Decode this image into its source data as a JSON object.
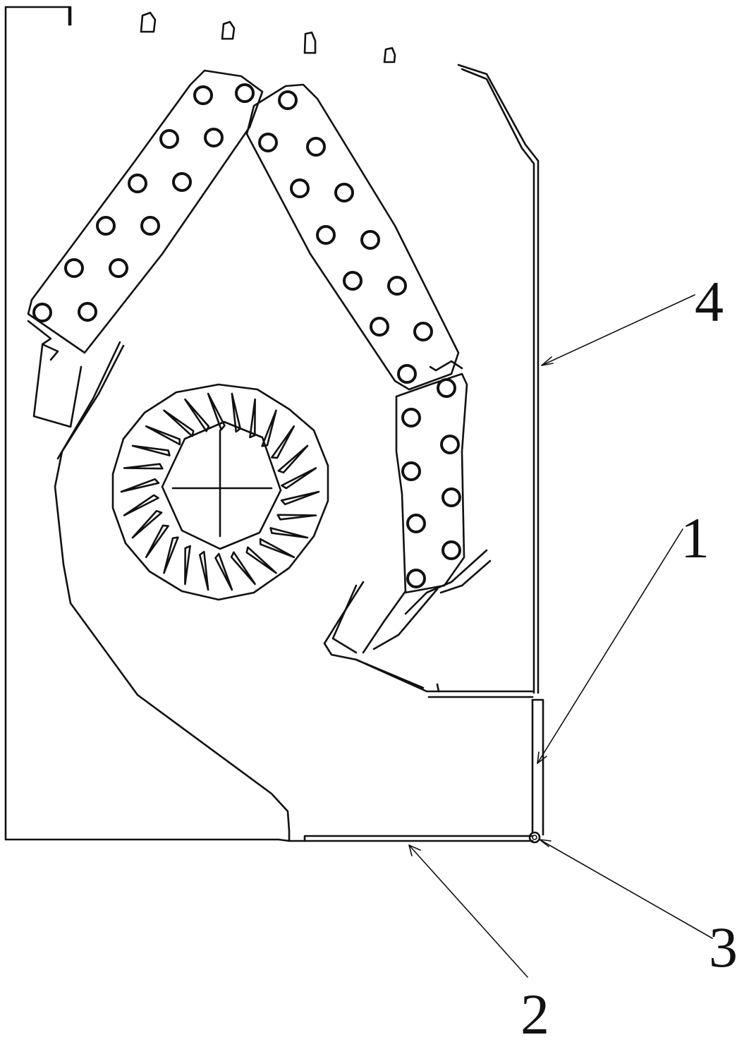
{
  "labels": {
    "part1": "1",
    "part2": "2",
    "part3": "3",
    "part4": "4"
  },
  "colors": {
    "line": "#111111",
    "background": "#ffffff"
  },
  "parts": [
    {
      "id": "1",
      "icon": "rear-panel-strip"
    },
    {
      "id": "2",
      "icon": "bottom-plate"
    },
    {
      "id": "3",
      "icon": "corner-joint"
    },
    {
      "id": "4",
      "icon": "side-panel"
    }
  ]
}
